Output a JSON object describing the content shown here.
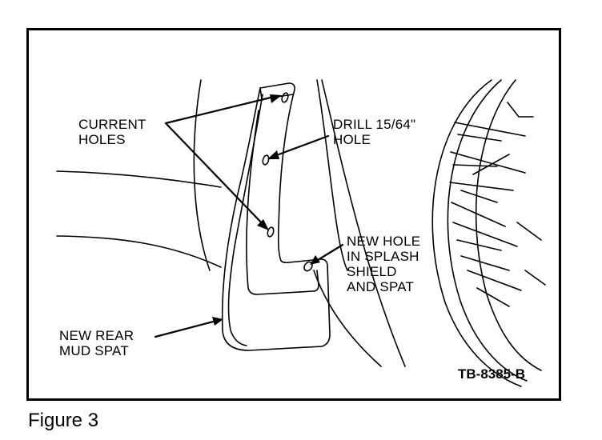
{
  "labels": {
    "current_holes": [
      "CURRENT",
      "HOLES"
    ],
    "drill": [
      "DRILL 15/64\"",
      "HOLE"
    ],
    "new_hole": [
      "NEW HOLE",
      "IN SPLASH",
      "SHIELD",
      "AND SPAT"
    ],
    "new_spat": [
      "NEW REAR",
      "MUD SPAT"
    ]
  },
  "reference_code": "TB-8385-B",
  "caption": "Figure 3"
}
